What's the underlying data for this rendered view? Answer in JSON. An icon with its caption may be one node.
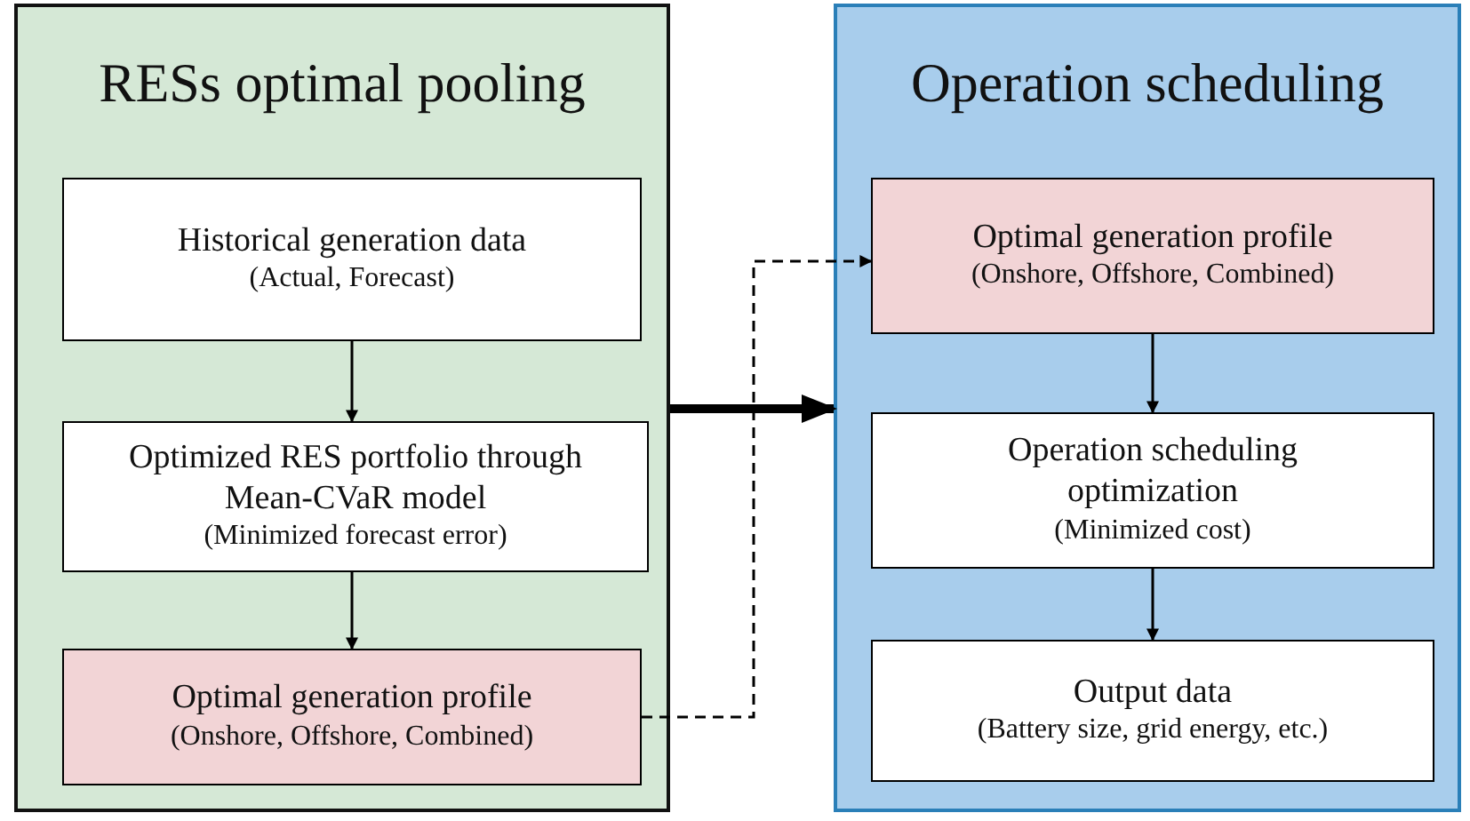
{
  "diagram": {
    "nodes": [
      {
        "text": [
          "RESs optimal pooling"
        ]
      },
      {
        "text": [
          "Historical generation data",
          "(Actual, Forecast)"
        ],
        "in": 0
      },
      {
        "text": [
          "Optimized RES portfolio through Mean-CVaR model",
          "(Minimized  forecast error)"
        ],
        "in": 0
      },
      {
        "text": [
          "Optimal generation profile",
          "(Onshore, Offshore, Combined)"
        ],
        "in": 0
      },
      {
        "text": [
          "Operation scheduling"
        ]
      },
      {
        "text": [
          "Optimal generation profile",
          "(Onshore, Offshore, Combined)"
        ],
        "in": 4
      },
      {
        "text": [
          "Operation scheduling optimization",
          "(Minimized cost)"
        ],
        "in": 4
      },
      {
        "text": [
          "Output data",
          "(Battery size, grid energy, etc.)"
        ],
        "in": 4
      }
    ],
    "edges": [
      {
        "from": 1,
        "to": 2,
        "arrow": "to"
      },
      {
        "from": 2,
        "to": 3,
        "arrow": "to"
      },
      {
        "from": 0,
        "to": 4,
        "arrow": "to",
        "style": "thick"
      },
      {
        "from": 3,
        "to": 5,
        "arrow": "to",
        "style": "dashed"
      },
      {
        "from": 5,
        "to": 6,
        "arrow": "to"
      },
      {
        "from": 6,
        "to": 7,
        "arrow": "to"
      }
    ]
  }
}
